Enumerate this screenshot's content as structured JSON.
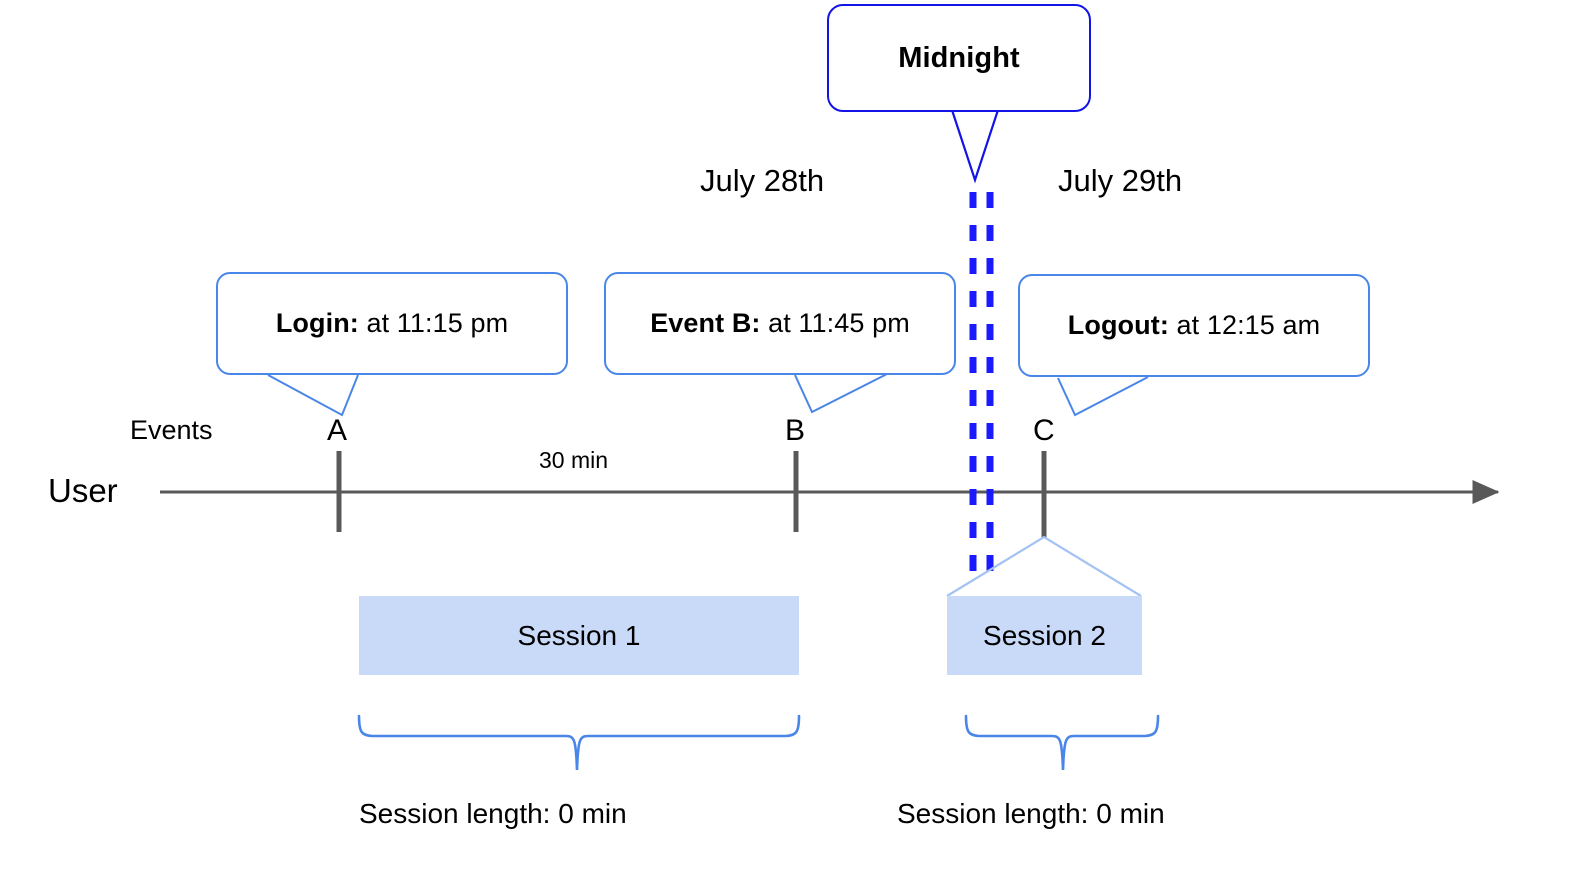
{
  "diagram": {
    "title_callout": {
      "label": "Midnight"
    },
    "day_labels": [
      {
        "id": "day-left",
        "label": "July 28th"
      },
      {
        "id": "day-right",
        "label": "July 29th"
      }
    ],
    "event_callouts": [
      {
        "id": "callout-login",
        "bold": "Login:",
        "rest": " at 11:15 pm"
      },
      {
        "id": "callout-eventb",
        "bold": "Event B:",
        "rest": " at 11:45 pm"
      },
      {
        "id": "callout-logout",
        "bold": "Logout:",
        "rest": " at 12:15 am"
      }
    ],
    "axis": {
      "row_label": "User",
      "events_label": "Events",
      "event_points": [
        {
          "id": "point-a",
          "label": "A"
        },
        {
          "id": "point-b",
          "label": "B"
        },
        {
          "id": "point-c",
          "label": "C"
        }
      ],
      "gap_label": "30 min"
    },
    "sessions": [
      {
        "id": "session-1",
        "label": "Session 1",
        "length_label": "Session length: 0 min"
      },
      {
        "id": "session-2",
        "label": "Session 2",
        "length_label": "Session length: 0 min"
      }
    ],
    "colors": {
      "callout_border": "#4a86e8",
      "midnight_border": "#1313e8",
      "midnight_dashed": "#1a1aff",
      "session_fill": "#c9daf8",
      "axis": "#595959",
      "connector": "#a4c2f4",
      "brace": "#4a86e8",
      "text": "#000000"
    }
  }
}
